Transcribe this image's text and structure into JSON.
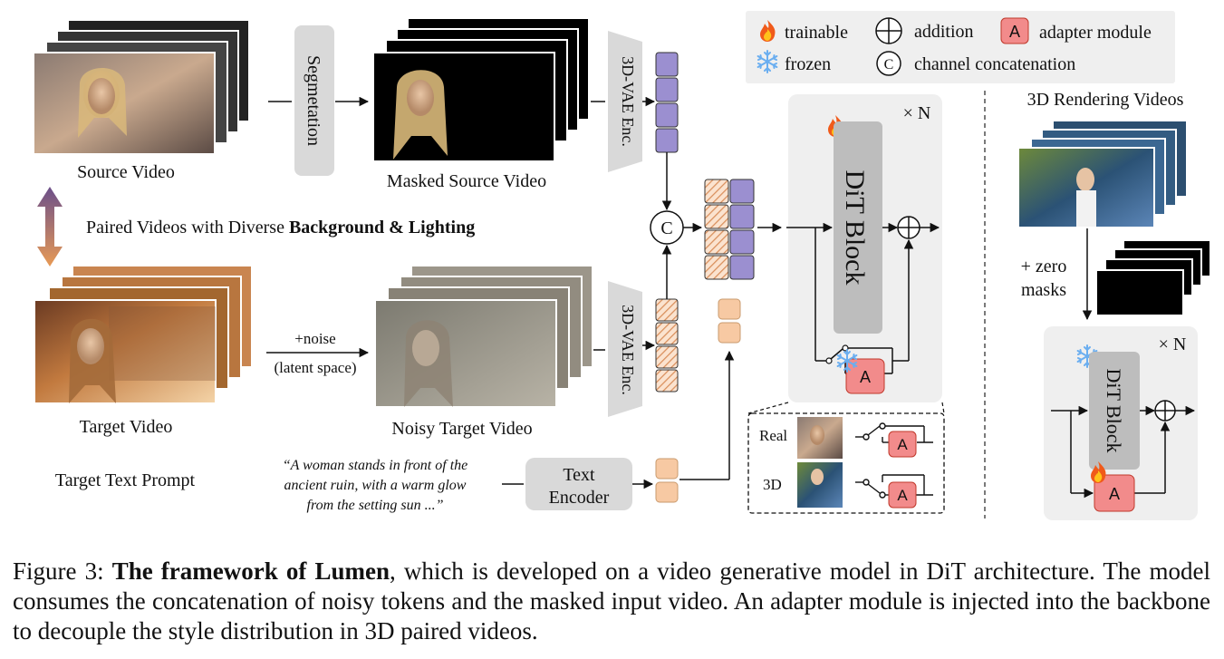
{
  "legend": {
    "trainable": "trainable",
    "frozen": "frozen",
    "addition": "addition",
    "channel_concat": "channel concatenation",
    "adapter": "adapter module",
    "adapter_letter": "A",
    "concat_letter": "C"
  },
  "labels": {
    "source_video": "Source Video",
    "segmentation": "Segmetation",
    "masked_source": "Masked Source Video",
    "vae_enc": "3D-VAE Enc.",
    "paired_prefix": "Paired Videos with Diverse ",
    "paired_bold": "Background & Lighting",
    "target_video": "Target Video",
    "noise": "+noise",
    "latent": "(latent space)",
    "noisy_target": "Noisy Target Video",
    "target_text_prompt": "Target Text Prompt",
    "prompt_line1": "“A woman stands in front of the",
    "prompt_line2": "ancient ruin, with a warm glow",
    "prompt_line3": "from the setting sun ...”",
    "text_encoder_1": "Text",
    "text_encoder_2": "Encoder",
    "dit_block": "DiT Block",
    "times_n": "× N",
    "real": "Real",
    "three_d": "3D",
    "rendering_videos": "3D Rendering Videos",
    "zero_1": "+ zero",
    "zero_2": "masks"
  },
  "caption": {
    "prefix": "Figure 3: ",
    "bold": "The framework of Lumen",
    "rest": ", which is developed on a video generative model in DiT architecture. The model consumes the concatenation of noisy tokens and the masked input video. An adapter module is injected into the backbone to decouple the style distribution in 3D paired videos."
  },
  "colors": {
    "purple_token": "#9b8fd0",
    "orange_token": "#f7c9a3",
    "adapter_fill": "#f28b8b",
    "panel_gray": "#efefef",
    "block_gray": "#bdbdbd",
    "hatch": "#d98f5c"
  }
}
